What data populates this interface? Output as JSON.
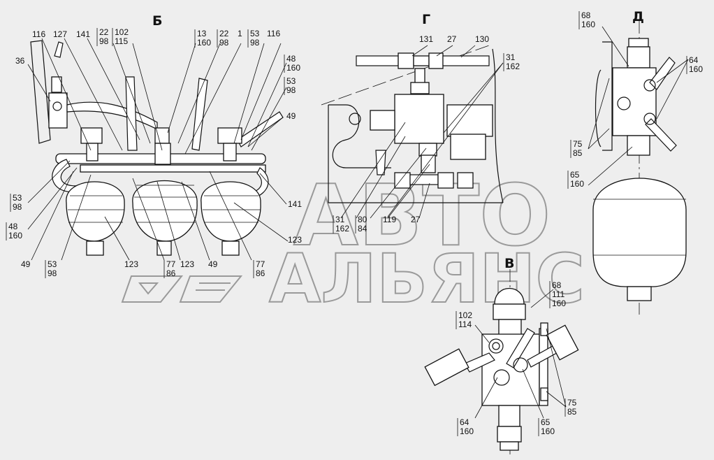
{
  "watermark": {
    "line1": "АВТО",
    "line2": "АЛЬЯНС"
  },
  "views": {
    "b": "Б",
    "g": "Г",
    "d": "Д",
    "v": "В"
  },
  "labels": {
    "b_116_left": "116",
    "b_127": "127",
    "b_141_top": "141",
    "b_22_98_left": [
      "22",
      "98"
    ],
    "b_102_115": [
      "102",
      "115"
    ],
    "b_13_160": [
      "13",
      "160"
    ],
    "b_22_98_right": [
      "22",
      "98"
    ],
    "b_1": "1",
    "b_53_98_top": [
      "53",
      "98"
    ],
    "b_116_right": "116",
    "b_48_160_right": [
      "48",
      "160"
    ],
    "b_53_98_right": [
      "53",
      "98"
    ],
    "b_49_right": "49",
    "b_36": "36",
    "b_53_98_left": [
      "53",
      "98"
    ],
    "b_48_160_left": [
      "48",
      "160"
    ],
    "b_49_bottom_left": "49",
    "b_53_98_bottom": [
      "53",
      "98"
    ],
    "b_123_a": "123",
    "b_77_86_a": [
      "77",
      "86"
    ],
    "b_123_b": "123",
    "b_49_bottom": "49",
    "b_77_86_b": [
      "77",
      "86"
    ],
    "b_123_right": "123",
    "b_141_right": "141",
    "g_131": "131",
    "g_27_top": "27",
    "g_130": "130",
    "g_31_162_right": [
      "31",
      "162"
    ],
    "g_31_162_left": [
      "31",
      "162"
    ],
    "g_80_84": [
      "80",
      "84"
    ],
    "g_119": "119",
    "g_27_bottom": "27",
    "d_68_160": [
      "68",
      "160"
    ],
    "d_64_160": [
      "64",
      "160"
    ],
    "d_75_85": [
      "75",
      "85"
    ],
    "d_65_160": [
      "65",
      "160"
    ],
    "v_68_111_160": [
      "68",
      "111",
      "160"
    ],
    "v_102_114": [
      "102",
      "114"
    ],
    "v_64_160": [
      "64",
      "160"
    ],
    "v_65_160": [
      "65",
      "160"
    ],
    "v_75_85": [
      "75",
      "85"
    ]
  }
}
